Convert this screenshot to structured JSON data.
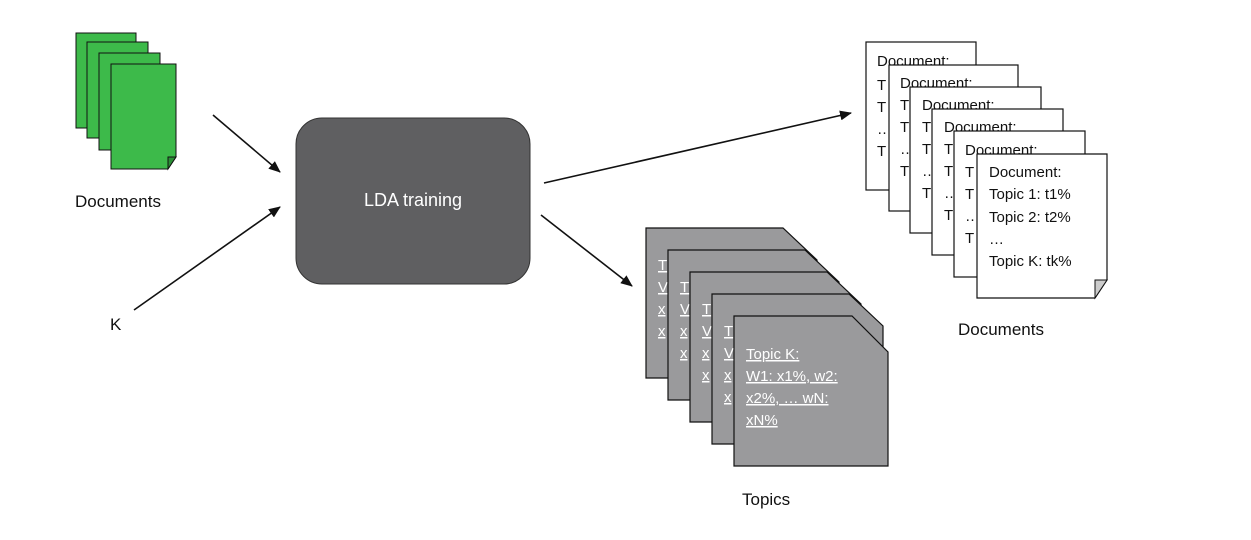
{
  "input_documents": {
    "label": "Documents",
    "color": "#3dba4a"
  },
  "k_input": {
    "label": "K"
  },
  "process": {
    "label": "LDA training",
    "color": "#5f5f61"
  },
  "output_documents": {
    "label": "Documents",
    "back_header": "Document:",
    "back_line": "T",
    "back_line_ellipsis": "…",
    "front": [
      "Document:",
      "Topic 1: t1%",
      "Topic 2: t2%",
      "…",
      "Topic K: tk%"
    ]
  },
  "topics": {
    "label": "Topics",
    "color": "#9a9a9c",
    "back_line_t": "T",
    "back_line_w": "V",
    "back_line_x": "x",
    "front": [
      "Topic K:",
      "W1: x1%, w2:",
      "x2%, … wN:",
      "xN%"
    ]
  }
}
